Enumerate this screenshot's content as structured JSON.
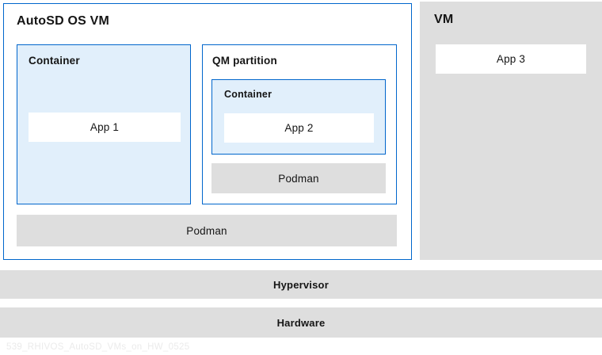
{
  "colors": {
    "border_blue": "#0066cc",
    "fill_light_blue": "#e1effb",
    "fill_gray": "#dedede",
    "text_dark": "#151515",
    "watermark": "#ebebeb"
  },
  "autosd_vm": {
    "title": "AutoSD OS VM",
    "container1": {
      "title": "Container",
      "app": "App 1"
    },
    "qm_partition": {
      "title": "QM partition",
      "container": {
        "title": "Container",
        "app": "App 2"
      },
      "podman": "Podman"
    },
    "podman": "Podman"
  },
  "vm": {
    "title": "VM",
    "app": "App 3"
  },
  "layers": {
    "hypervisor": "Hypervisor",
    "hardware": "Hardware"
  },
  "watermark": "539_RHIVOS_AutoSD_VMs_on_HW_0525"
}
